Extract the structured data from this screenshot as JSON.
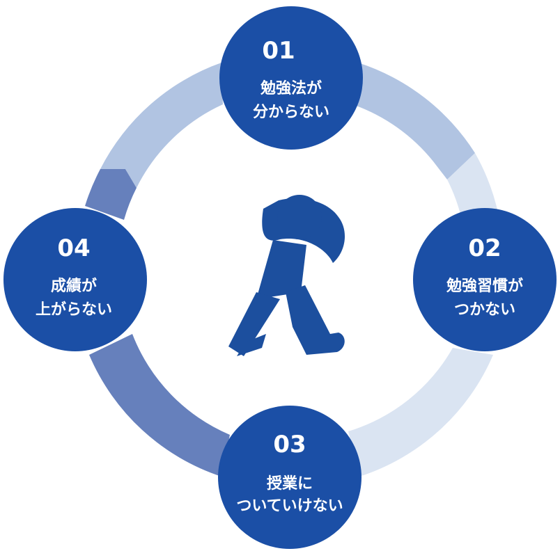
{
  "colors": {
    "circle_fill": "#1b4fa6",
    "figure_fill": "#1c4f9e",
    "ring_top_right": "#b1c4e2",
    "ring_right": "#dae4f2",
    "ring_bottom_left": "#6680bc",
    "ring_left_light": "#b1c4e2",
    "text": "#ffffff"
  },
  "items": [
    {
      "number": "01",
      "line1": "勉強法が",
      "line2": "分からない"
    },
    {
      "number": "02",
      "line1": "勉強習慣が",
      "line2": "つかない"
    },
    {
      "number": "03",
      "line1": "授業に",
      "line2": "ついていけない"
    },
    {
      "number": "04",
      "line1": "成績が",
      "line2": "上がらない"
    }
  ],
  "center_icon": "person-holding-head-icon"
}
